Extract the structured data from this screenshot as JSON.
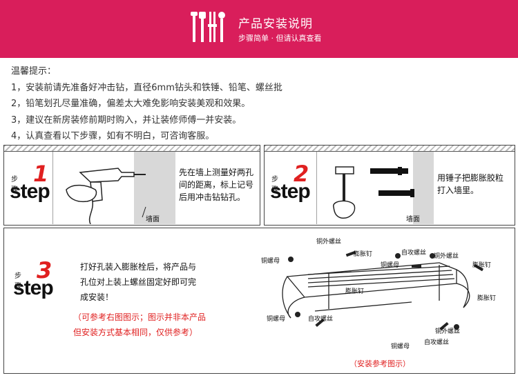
{
  "banner": {
    "title": "产品安装说明",
    "subtitle": "步骤简单 · 但请认真查看",
    "bg_color": "#d91e5b",
    "icon": "tools-icon"
  },
  "tips": {
    "heading": "温馨提示：",
    "items": [
      "1，安装前请先准备好冲击钻，直径6mm钻头和铁锤、铅笔、螺丝批",
      "2，铅笔划孔尽量准确，偏差太大难免影响安装美观和效果。",
      "3，建议在新房装修前期时购入，并让装修师傅一并安装。",
      "4，认真查看以下步骤，如有不明白，可咨询客服。"
    ]
  },
  "steps": [
    {
      "cn": "步骤",
      "num": "1",
      "word": "step",
      "desc": [
        "先在墙上测量好两孔",
        "间的距离，标上记号",
        "后用冲击钻钻孔。"
      ],
      "wall_label": "墙面"
    },
    {
      "cn": "步骤",
      "num": "2",
      "word": "step",
      "desc": [
        "用锤子把膨胀胶粒",
        "打入墙里。"
      ],
      "wall_label": "墙面"
    },
    {
      "cn": "步骤",
      "num": "3",
      "word": "step",
      "desc": [
        "打好孔装入膨胀栓后，将产品与",
        "孔位对上装上螺丝固定好即可完",
        "成安装！"
      ],
      "note": [
        "（可参考右图图示；图示并非本产品",
        "但安装方式基本相同，仅供参考）"
      ]
    }
  ],
  "diagram_labels": {
    "tongwai_top": "铜外螺丝",
    "pengzhang_top": "膨胀钉",
    "tongluo_left": "铜螺母",
    "tongluo_mid": "铜螺母",
    "zigong_top": "自攻螺丝",
    "tongwai_right": "铜外螺丝",
    "pengzhang_right": "膨胀钉",
    "pengzhang_mid": "膨胀钉",
    "tongluo_bl": "铜螺母",
    "zigong_bl": "自攻螺丝",
    "pengzhang_br": "膨胀钉",
    "tongwai_br": "铜外螺丝",
    "tongluo_bottom": "铜螺母",
    "zigong_bottom": "自攻螺丝",
    "reference": "（安装参考图示）"
  },
  "accent_color": "#e02020"
}
